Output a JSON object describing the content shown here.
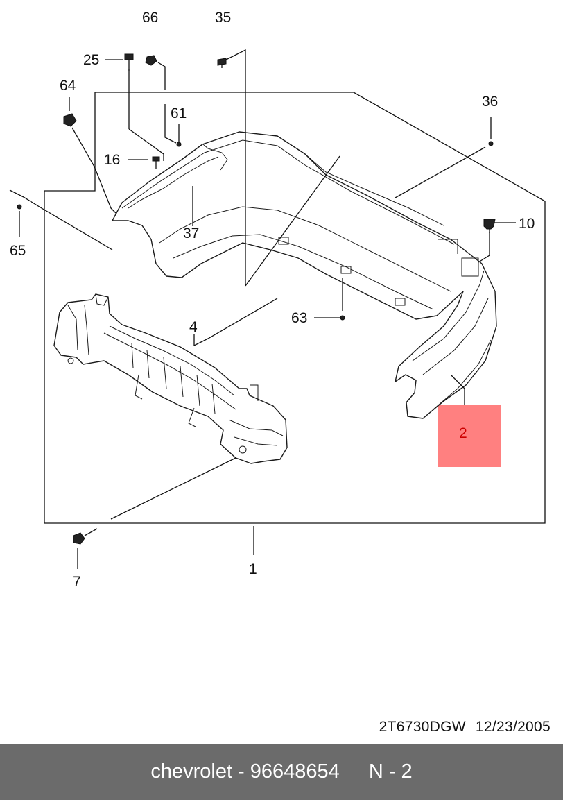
{
  "diagram": {
    "callouts": {
      "c66": "66",
      "c35": "35",
      "c25": "25",
      "c64": "64",
      "c61": "61",
      "c36": "36",
      "c16": "16",
      "c37": "37",
      "c10": "10",
      "c65": "65",
      "c63": "63",
      "c4": "4",
      "c2": "2",
      "c7": "7",
      "c1": "1"
    },
    "highlight_color": "#ff8080",
    "highlighted_callout": "2"
  },
  "drawing": {
    "code": "2T6730DGW",
    "date": "12/23/2005"
  },
  "footer": {
    "brand_part": "chevrolet - 96648654",
    "position": "N - 2"
  }
}
